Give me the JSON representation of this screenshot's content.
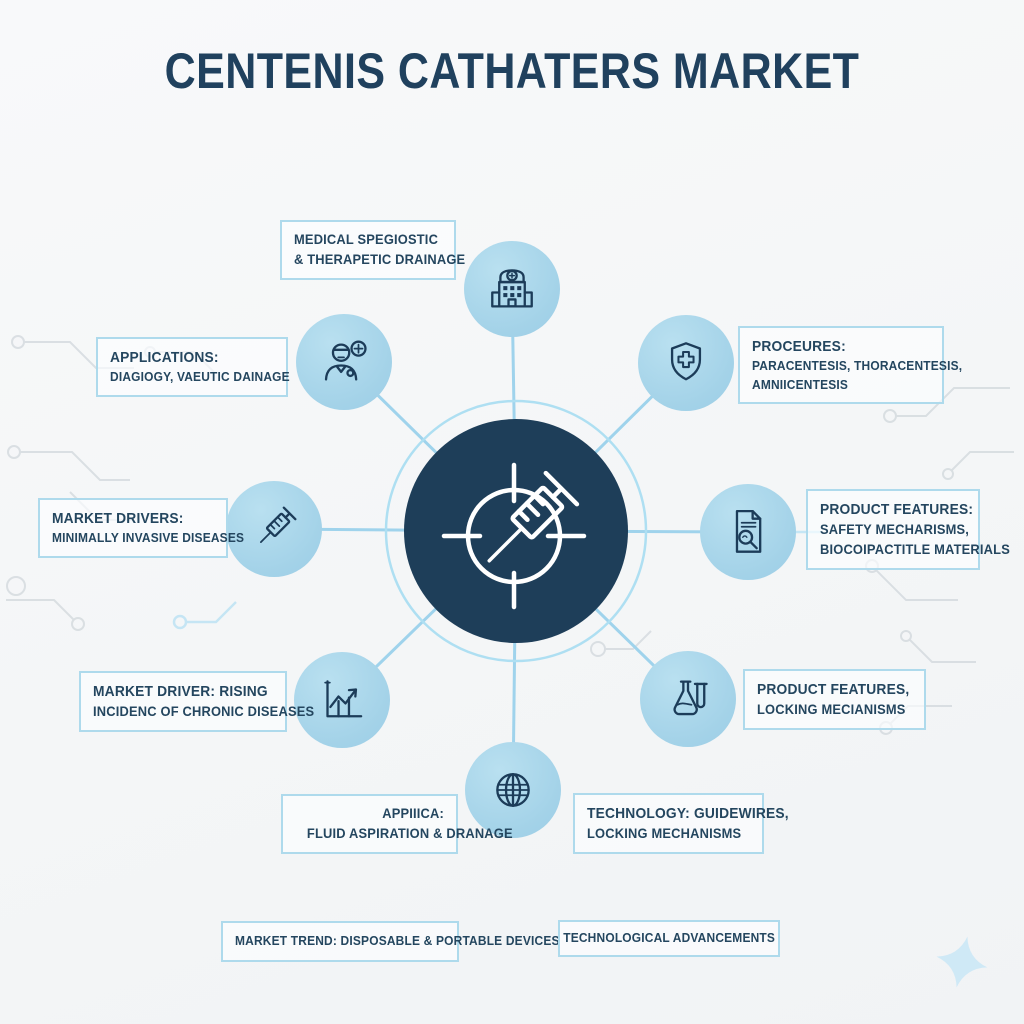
{
  "title": "CENTENIS CATHATERS MARKET",
  "colors": {
    "title_text": "#20415e",
    "hub_fill": "#1e3e59",
    "node_fill": "#a7d4e9",
    "icon_stroke": "#1c3c59",
    "connector": "#9fd3ec",
    "box_border": "#aedaec",
    "box_text": "#24465f",
    "background": "#f5f6f8"
  },
  "center": {
    "icon": "syringe-target-icon"
  },
  "nodes": [
    {
      "id": "top",
      "icon": "hospital-icon"
    },
    {
      "id": "top-left",
      "icon": "doctor-icon"
    },
    {
      "id": "top-right",
      "icon": "shield-cross-icon"
    },
    {
      "id": "left",
      "icon": "syringe-icon"
    },
    {
      "id": "right",
      "icon": "document-search-icon"
    },
    {
      "id": "bottom-left",
      "icon": "growth-chart-icon"
    },
    {
      "id": "bottom-right",
      "icon": "flask-icon"
    },
    {
      "id": "bottom",
      "icon": "globe-icon"
    }
  ],
  "boxes": [
    {
      "id": "medical",
      "lines": [
        "MEDICAL SPEGIOSTIC",
        "& THERAPETIC DRAINAGE"
      ]
    },
    {
      "id": "applications",
      "lines": [
        "APPLICATIONS:",
        "DIAGIOGY, VAEUTIC DAINAGE"
      ]
    },
    {
      "id": "procedures",
      "lines": [
        "PROCEURES:",
        "PARACENTESIS, THORACENTESIS,",
        "AMNIICENTESIS"
      ]
    },
    {
      "id": "market-drivers",
      "lines": [
        "MARKET DRIVERS:",
        "MINIMALLY INVASIVE DISEASES"
      ]
    },
    {
      "id": "product-features",
      "lines": [
        "PRODUCT FEATURES:",
        "SAFETY MECHARISMS,",
        "BIOCOIPACTITLE MATERIALS"
      ]
    },
    {
      "id": "market-driver-rising",
      "lines": [
        "MARKET DRIVER: RISING",
        "INCIDENC OF CHRONIC DISEASES"
      ]
    },
    {
      "id": "product-features-locking",
      "lines": [
        "PRODUCT FEATURES,",
        "LOCKING MECIANISMS"
      ]
    },
    {
      "id": "applications-fluid",
      "lines": [
        "APPIIICA:",
        "FLUID ASPIRATION & DRANAGE"
      ]
    },
    {
      "id": "technology",
      "lines": [
        "TECHNOLOGY: GUIDEWIRES,",
        "LOCKING MECHANISMS"
      ]
    },
    {
      "id": "market-trend",
      "lines": [
        "MARKET TREND: DISPOSABLE & PORTABLE DEVICES"
      ]
    },
    {
      "id": "advancements",
      "lines": [
        "TECHNOLOGICAL ADVANCEMENTS"
      ]
    }
  ],
  "decorations": {
    "sparkle": "sparkle-icon",
    "background_pattern": "circuit-traces"
  }
}
